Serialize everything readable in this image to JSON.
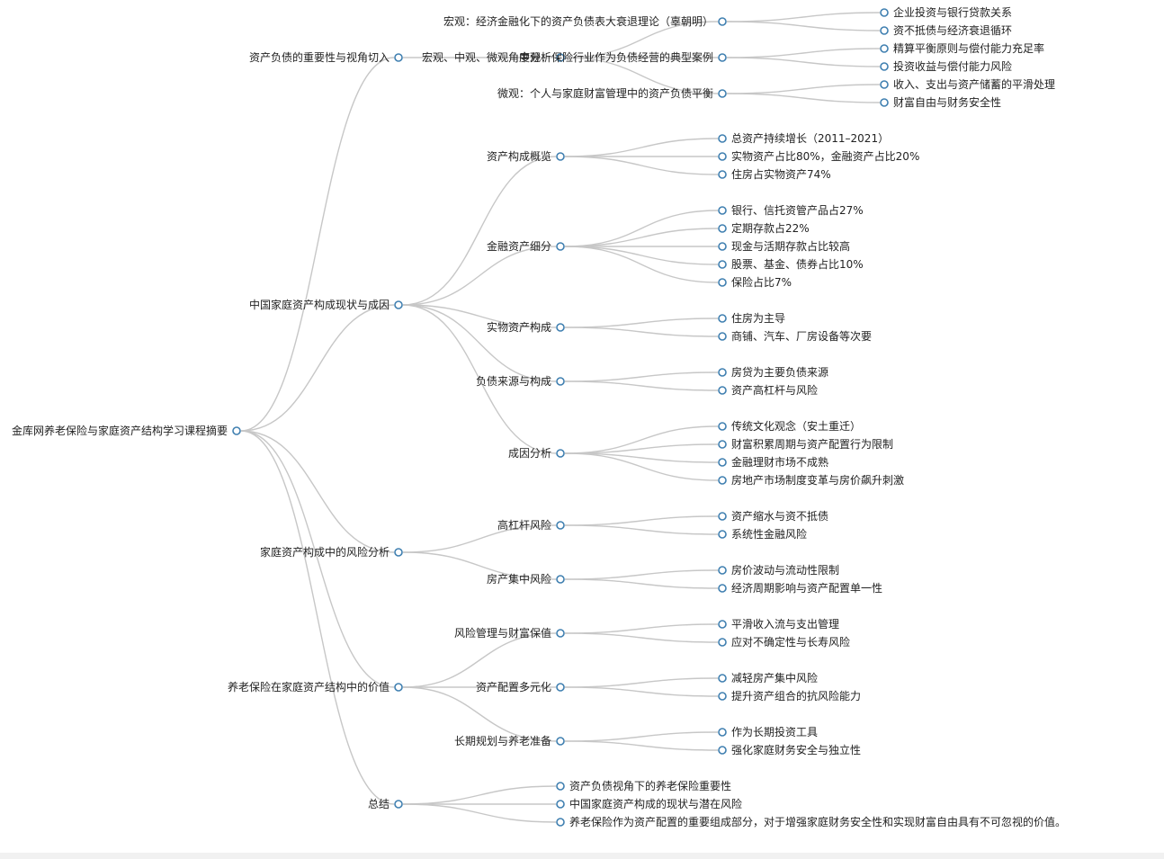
{
  "mindmap": {
    "root": {
      "label": "金库网养老保险与家庭资产结构学习课程摘要",
      "children": [
        {
          "label": "资产负债的重要性与视角切入",
          "children": [
            {
              "label": "宏观、中观、微观角度分析",
              "children": [
                {
                  "label": "宏观：经济金融化下的资产负债表大衰退理论（辜朝明）",
                  "children": [
                    {
                      "label": "企业投资与银行贷款关系"
                    },
                    {
                      "label": "资不抵债与经济衰退循环"
                    }
                  ]
                },
                {
                  "label": "中观：保险行业作为负债经营的典型案例",
                  "children": [
                    {
                      "label": "精算平衡原则与偿付能力充足率"
                    },
                    {
                      "label": "投资收益与偿付能力风险"
                    }
                  ]
                },
                {
                  "label": "微观：个人与家庭财富管理中的资产负债平衡",
                  "children": [
                    {
                      "label": "收入、支出与资产储蓄的平滑处理"
                    },
                    {
                      "label": "财富自由与财务安全性"
                    }
                  ]
                }
              ]
            }
          ]
        },
        {
          "label": "中国家庭资产构成现状与成因",
          "children": [
            {
              "label": "资产构成概览",
              "children": [
                {
                  "label": "总资产持续增长（2011–2021）"
                },
                {
                  "label": "实物资产占比80%，金融资产占比20%"
                },
                {
                  "label": "住房占实物资产74%"
                }
              ]
            },
            {
              "label": "金融资产细分",
              "children": [
                {
                  "label": "银行、信托资管产品占27%"
                },
                {
                  "label": "定期存款占22%"
                },
                {
                  "label": "现金与活期存款占比较高"
                },
                {
                  "label": "股票、基金、债券占比10%"
                },
                {
                  "label": "保险占比7%"
                }
              ]
            },
            {
              "label": "实物资产构成",
              "children": [
                {
                  "label": "住房为主导"
                },
                {
                  "label": "商铺、汽车、厂房设备等次要"
                }
              ]
            },
            {
              "label": "负债来源与构成",
              "children": [
                {
                  "label": "房贷为主要负债来源"
                },
                {
                  "label": "资产高杠杆与风险"
                }
              ]
            },
            {
              "label": "成因分析",
              "children": [
                {
                  "label": "传统文化观念（安土重迁）"
                },
                {
                  "label": "财富积累周期与资产配置行为限制"
                },
                {
                  "label": "金融理财市场不成熟"
                },
                {
                  "label": "房地产市场制度变革与房价飙升刺激"
                }
              ]
            }
          ]
        },
        {
          "label": "家庭资产构成中的风险分析",
          "children": [
            {
              "label": "高杠杆风险",
              "children": [
                {
                  "label": "资产缩水与资不抵债"
                },
                {
                  "label": "系统性金融风险"
                }
              ]
            },
            {
              "label": "房产集中风险",
              "children": [
                {
                  "label": "房价波动与流动性限制"
                },
                {
                  "label": "经济周期影响与资产配置单一性"
                }
              ]
            }
          ]
        },
        {
          "label": "养老保险在家庭资产结构中的价值",
          "children": [
            {
              "label": "风险管理与财富保值",
              "children": [
                {
                  "label": "平滑收入流与支出管理"
                },
                {
                  "label": "应对不确定性与长寿风险"
                }
              ]
            },
            {
              "label": "资产配置多元化",
              "children": [
                {
                  "label": "减轻房产集中风险"
                },
                {
                  "label": "提升资产组合的抗风险能力"
                }
              ]
            },
            {
              "label": "长期规划与养老准备",
              "children": [
                {
                  "label": "作为长期投资工具"
                },
                {
                  "label": "强化家庭财务安全与独立性"
                }
              ]
            }
          ]
        },
        {
          "label": "总结",
          "children": [
            {
              "label": "资产负债视角下的养老保险重要性"
            },
            {
              "label": "中国家庭资产构成的现状与潜在风险"
            },
            {
              "label": "养老保险作为资产配置的重要组成部分，对于增强家庭财务安全性和实现财富自由具有不可忽视的价值。"
            }
          ]
        }
      ]
    }
  },
  "colors": {
    "node_stroke": "#3f7fb0",
    "link": "#c7c7c7",
    "label": "#222222"
  }
}
